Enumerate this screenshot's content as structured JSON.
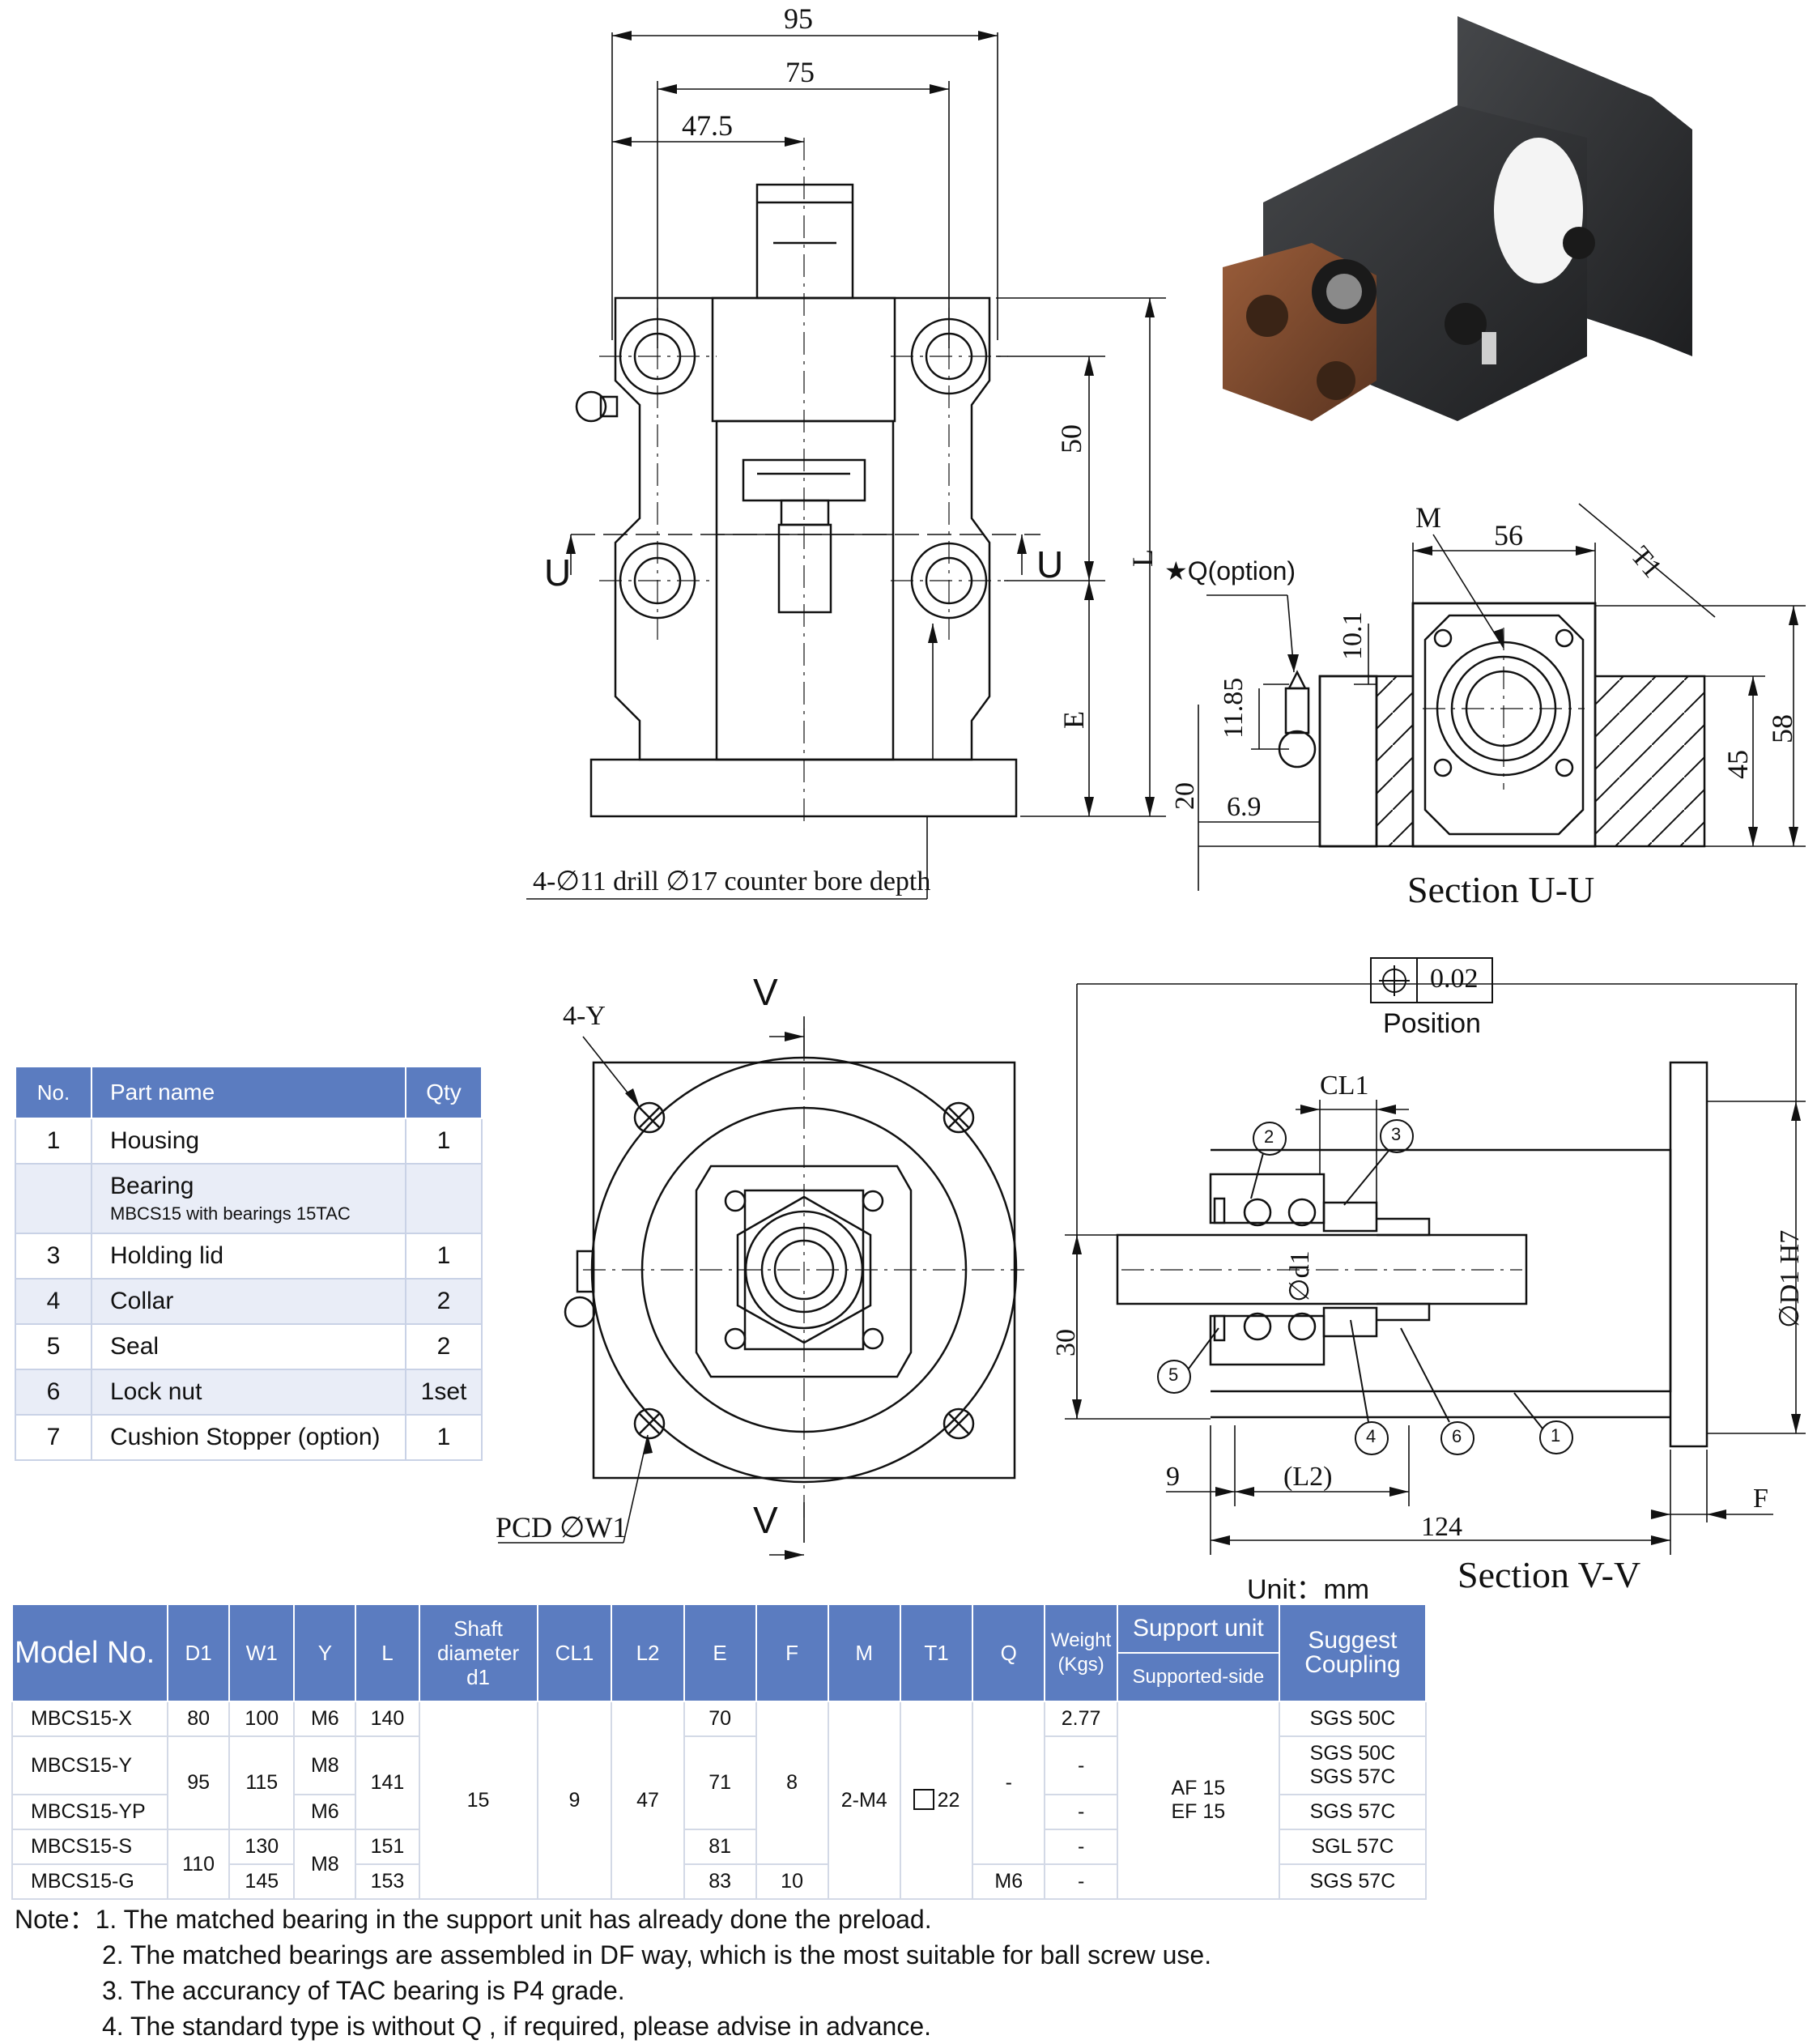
{
  "top_view": {
    "dim_95": "95",
    "dim_75": "75",
    "dim_47_5": "47.5",
    "dim_50": "50",
    "dim_L": "L",
    "dim_E": "E",
    "section_mark_left": "U",
    "section_mark_right": "U",
    "drill_note": "4-∅11 drill  ∅17 counter bore depth"
  },
  "section_uu": {
    "label_m": "M",
    "dim_56": "56",
    "dim_t1": "T1",
    "q_option": "★Q(option)",
    "dim_10_1": "10.1",
    "dim_11_85": "11.85",
    "dim_20": "20",
    "dim_6_9": "6.9",
    "dim_45": "45",
    "dim_58": "58",
    "title": "Section U-U"
  },
  "front_view": {
    "label_4y": "4-Y",
    "section_mark_top": "V",
    "section_mark_bottom": "V",
    "pcd": "PCD ∅W1"
  },
  "section_vv": {
    "tolerance": "0.02",
    "tolerance_label": "Position",
    "cl1": "CL1",
    "d1": "∅d1",
    "dim_30": "30",
    "D1H7": "∅D1 H7",
    "dim_9": "9",
    "L2": "(L2)",
    "dim_124": "124",
    "F": "F",
    "balloons": [
      "1",
      "2",
      "3",
      "4",
      "5",
      "6"
    ],
    "title": "Section V-V"
  },
  "parts": {
    "headers": [
      "No.",
      "Part name",
      "Qty"
    ],
    "rows": [
      {
        "no": "1",
        "name": "Housing",
        "sub": "",
        "qty": "1"
      },
      {
        "no": "",
        "name": "Bearing",
        "sub": "MBCS15 with bearings 15TAC",
        "qty": ""
      },
      {
        "no": "3",
        "name": "Holding lid",
        "sub": "",
        "qty": "1"
      },
      {
        "no": "4",
        "name": "Collar",
        "sub": "",
        "qty": "2"
      },
      {
        "no": "5",
        "name": "Seal",
        "sub": "",
        "qty": "2"
      },
      {
        "no": "6",
        "name": "Lock nut",
        "sub": "",
        "qty": "1set"
      },
      {
        "no": "7",
        "name": "Cushion Stopper (option)",
        "sub": "",
        "qty": "1"
      }
    ]
  },
  "unit": "Unit：mm",
  "spec": {
    "headers": {
      "model": "Model No.",
      "d1": "D1",
      "w1": "W1",
      "y": "Y",
      "l": "L",
      "shaft_1": "Shaft",
      "shaft_2": "diameter",
      "shaft_3": "d1",
      "cl1": "CL1",
      "l2": "L2",
      "e": "E",
      "f": "F",
      "m": "M",
      "t1": "T1",
      "q": "Q",
      "weight_1": "Weight",
      "weight_2": "(Kgs)",
      "support": "Support unit",
      "supported": "Supported-side",
      "coupling_1": "Suggest",
      "coupling_2": "Coupling"
    },
    "models": [
      "MBCS15-X",
      "MBCS15-Y",
      "MBCS15-YP",
      "MBCS15-S",
      "MBCS15-G"
    ],
    "d1": [
      "80",
      "95",
      "110"
    ],
    "w1": [
      "100",
      "115",
      "130",
      "145"
    ],
    "y": [
      "M6",
      "M8",
      "M6",
      "M8"
    ],
    "l": [
      "140",
      "141",
      "151",
      "153"
    ],
    "shaft": "15",
    "cl1": "9",
    "l2": "47",
    "e": [
      "70",
      "71",
      "81",
      "83"
    ],
    "f": [
      "8",
      "10"
    ],
    "m": "2-M4",
    "t1": "22",
    "q": [
      "-",
      "M6"
    ],
    "weight": [
      "2.77",
      "-",
      "-",
      "-",
      "-"
    ],
    "support": [
      "AF 15",
      "EF 15"
    ],
    "coupling": [
      "SGS 50C",
      "SGS 50C",
      "SGS 57C",
      "SGS 57C",
      "SGL 57C",
      "SGS 57C"
    ]
  },
  "notes": [
    "Note：1. The matched bearing in the support unit has already done the preload.",
    "2. The matched bearings are assembled in DF way, which is the most suitable for ball screw use.",
    "3. The accurancy of TAC bearing is P4 grade.",
    "4. The standard type is without  Q , if required, please advise in advance."
  ],
  "colors": {
    "header": "#5b7cc0",
    "alt_row": "#e9edf7",
    "housing": "#2e2f31",
    "lid": "#7a4a2e"
  }
}
